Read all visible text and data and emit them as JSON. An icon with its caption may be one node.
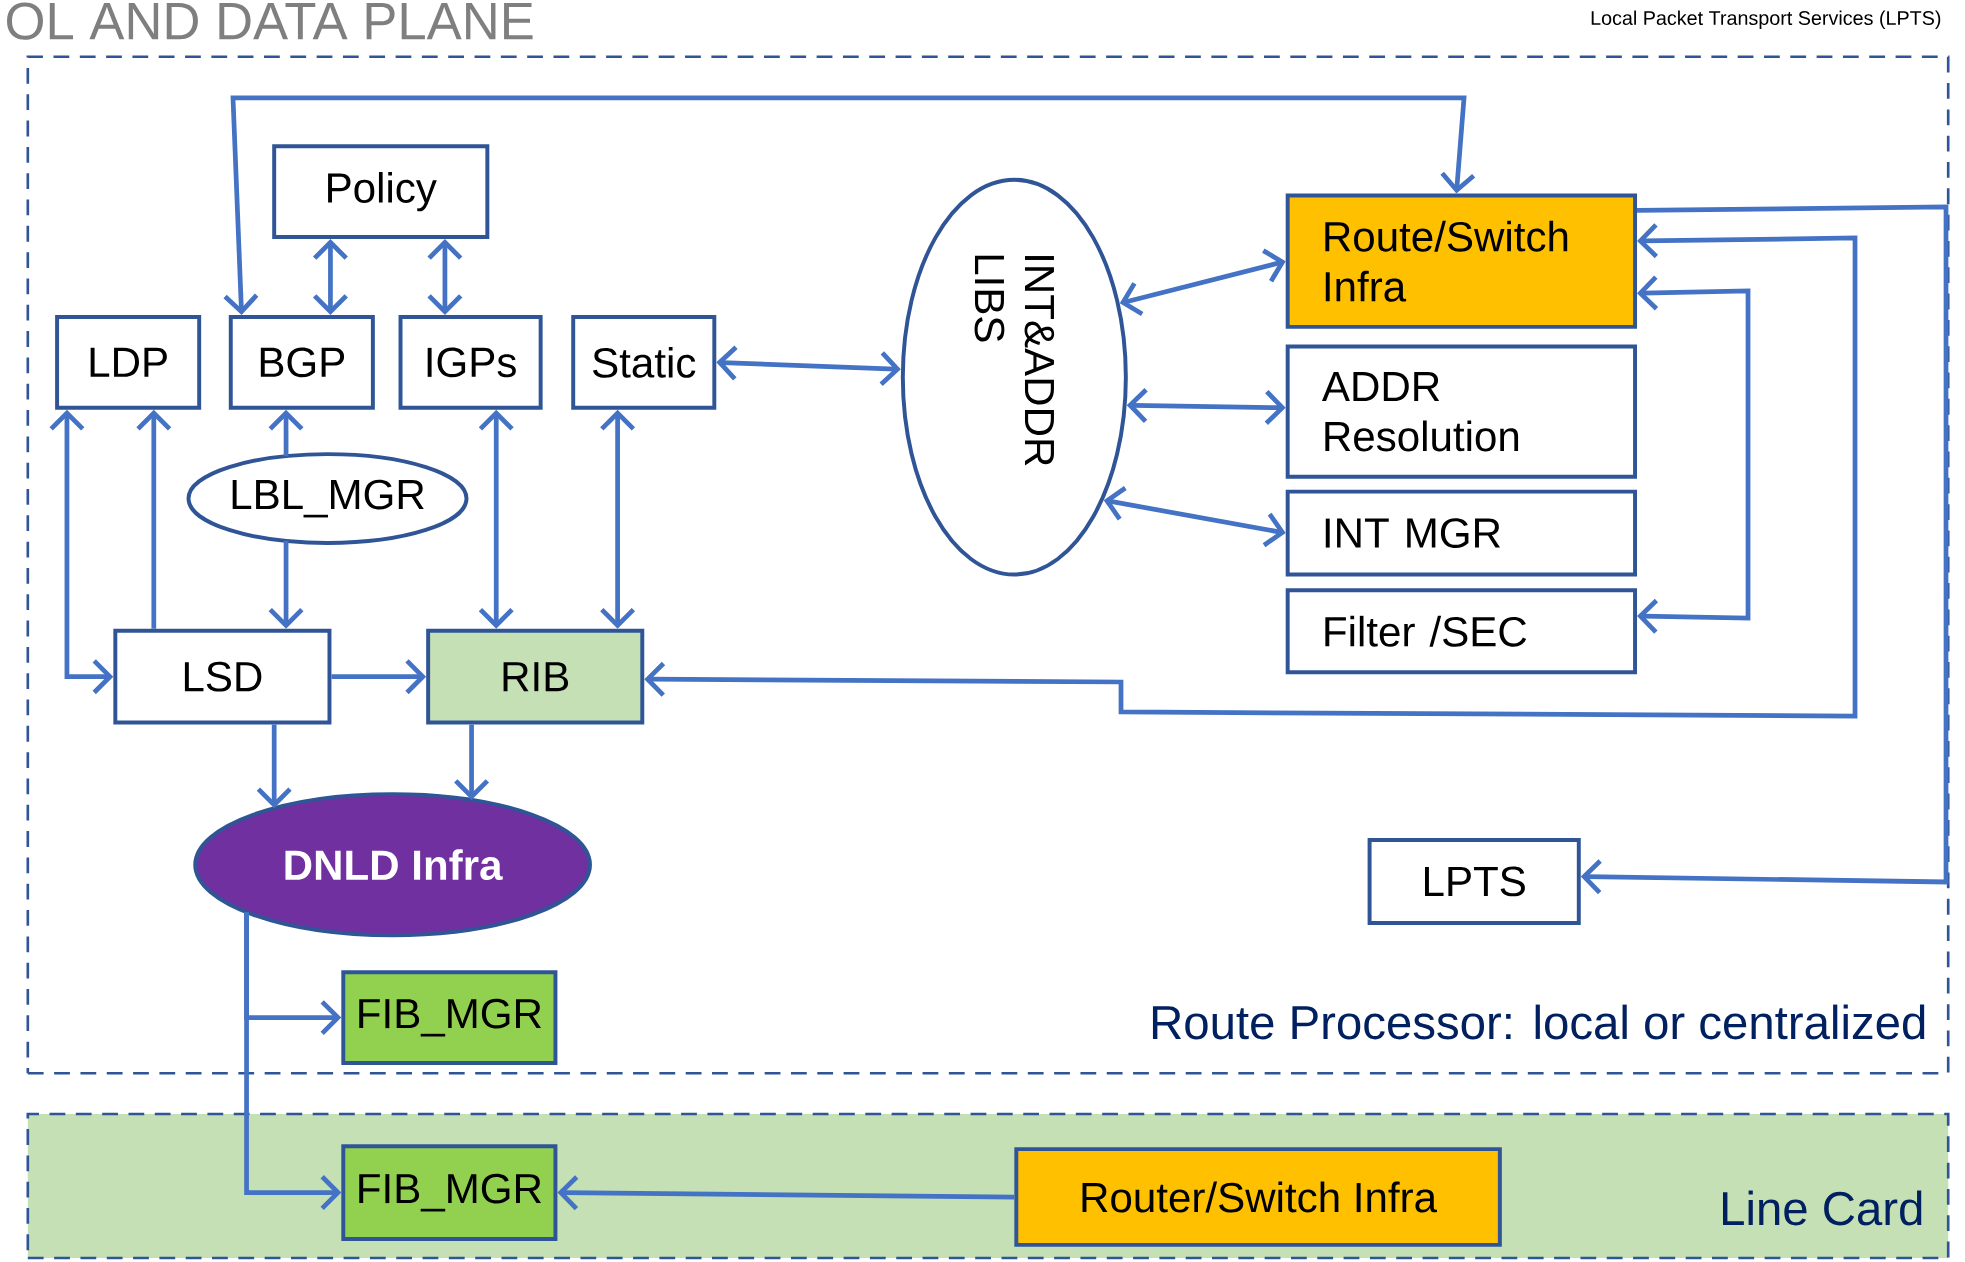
{
  "diagram": {
    "title": "OL AND DATA PLANE",
    "nodes": [
      {
        "text": [
          "Route Processor: local or centralized"
        ]
      },
      {
        "text": [
          "Line Card"
        ]
      },
      {
        "text": [
          "Policy"
        ],
        "in": 0
      },
      {
        "text": [
          "LDP"
        ],
        "in": 0
      },
      {
        "text": [
          "BGP"
        ],
        "in": 0
      },
      {
        "text": [
          "IGPs"
        ],
        "in": 0
      },
      {
        "text": [
          "Static"
        ],
        "in": 0
      },
      {
        "text": [
          "LBL_MGR"
        ],
        "in": 0
      },
      {
        "text": [
          "INT&ADDR LIBS"
        ],
        "in": 0
      },
      {
        "text": [
          "Route/Switch Infra"
        ],
        "in": 0
      },
      {
        "text": [
          "ADDR Resolution"
        ],
        "in": 0
      },
      {
        "text": [
          "INT MGR"
        ],
        "in": 0
      },
      {
        "text": [
          "Filter /SEC"
        ],
        "in": 0
      },
      {
        "text": [
          "LSD"
        ],
        "in": 0
      },
      {
        "text": [
          "RIB"
        ],
        "in": 0
      },
      {
        "text": [
          "DNLD Infra"
        ],
        "in": 0
      },
      {
        "text": [
          "LPTS"
        ],
        "in": 0
      },
      {
        "text": [
          "FIB_MGR"
        ],
        "in": 0
      },
      {
        "text": [
          "FIB_MGR"
        ],
        "in": 1
      },
      {
        "text": [
          "Router/Switch Infra"
        ],
        "in": 1
      }
    ],
    "edges": [
      {
        "from": 4,
        "to": 9,
        "arrow": "both"
      },
      {
        "from": 2,
        "to": 4,
        "arrow": "both"
      },
      {
        "from": 2,
        "to": 5,
        "arrow": "both"
      },
      {
        "from": 3,
        "to": 13,
        "arrow": "both"
      },
      {
        "from": 13,
        "to": 3,
        "arrow": "to"
      },
      {
        "from": 7,
        "to": 4,
        "arrow": "to"
      },
      {
        "from": 7,
        "to": 13,
        "arrow": "to"
      },
      {
        "from": 5,
        "to": 14,
        "arrow": "both"
      },
      {
        "from": 6,
        "to": 14,
        "arrow": "both"
      },
      {
        "from": 6,
        "to": 8,
        "arrow": "both"
      },
      {
        "from": 13,
        "to": 14,
        "arrow": "to"
      },
      {
        "from": 8,
        "to": 9,
        "arrow": "both"
      },
      {
        "from": 8,
        "to": 10,
        "arrow": "both"
      },
      {
        "from": 8,
        "to": 11,
        "arrow": "both"
      },
      {
        "from": 12,
        "to": 9,
        "arrow": "both"
      },
      {
        "from": 14,
        "to": 9,
        "arrow": "both"
      },
      {
        "from": 9,
        "to": 16,
        "arrow": "to"
      },
      {
        "from": 13,
        "to": 15,
        "arrow": "to"
      },
      {
        "from": 14,
        "to": 15,
        "arrow": "to"
      },
      {
        "from": 15,
        "to": 17,
        "arrow": "to"
      },
      {
        "from": 15,
        "to": 18,
        "arrow": "to"
      },
      {
        "from": 19,
        "to": 18,
        "arrow": "to"
      }
    ],
    "labels": [
      "Local Packet Transport Services (LPTS)"
    ]
  }
}
